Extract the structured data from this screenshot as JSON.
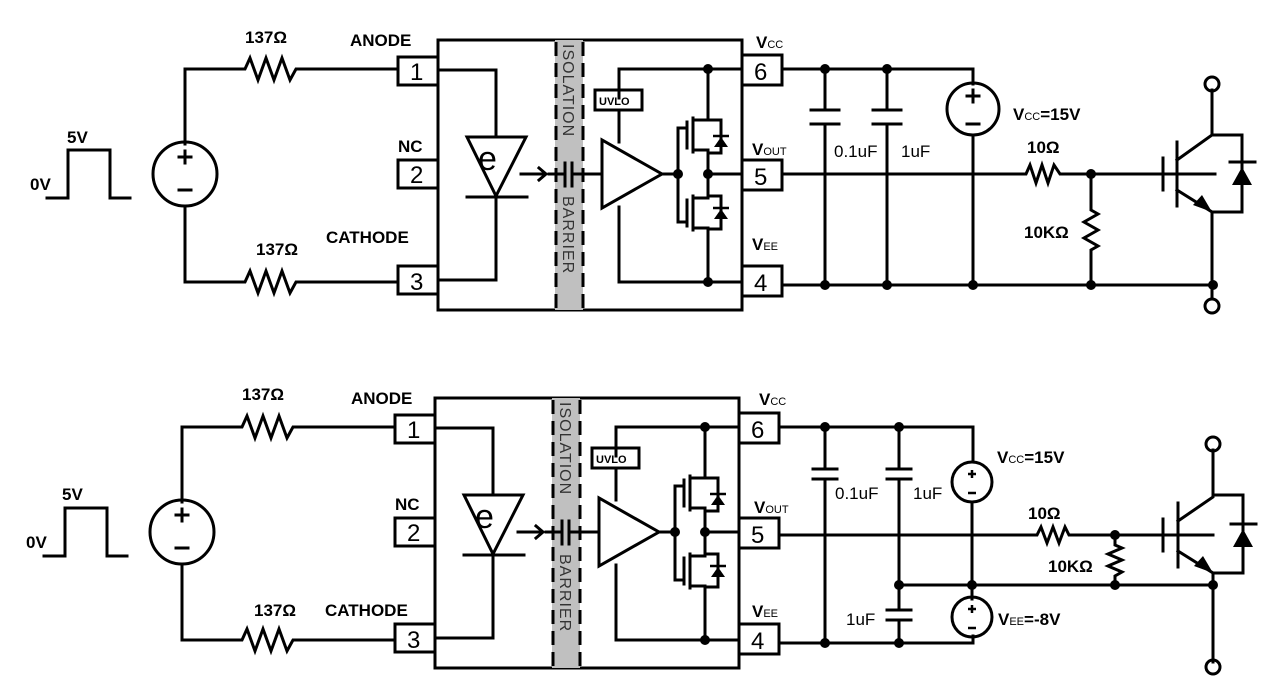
{
  "figure": {
    "circuits": [
      {
        "id": "unipolar",
        "input_pulse": {
          "high": "5V",
          "low": "0V"
        },
        "resistor_anode": "137Ω",
        "resistor_cathode": "137Ω",
        "pins_left": [
          {
            "number": "1",
            "name": "ANODE"
          },
          {
            "number": "2",
            "name": "NC"
          },
          {
            "number": "3",
            "name": "CATHODE"
          }
        ],
        "pins_right": [
          {
            "number": "6",
            "name_main": "V",
            "name_sub": "CC"
          },
          {
            "number": "5",
            "name_main": "V",
            "name_sub": "OUT"
          },
          {
            "number": "4",
            "name_main": "V",
            "name_sub": "EE"
          }
        ],
        "isolation_top": "ISOLATION",
        "isolation_bottom": "BARRIER",
        "uvlo": "UVLO",
        "emitter_symbol": "e",
        "cap1": "0.1uF",
        "cap2": "1uF",
        "supply": {
          "main": "V",
          "sub": "CC",
          "value": "=15V"
        },
        "gate_resistor": "10Ω",
        "pulldown_resistor": "10KΩ"
      },
      {
        "id": "bipolar",
        "input_pulse": {
          "high": "5V",
          "low": "0V"
        },
        "resistor_anode": "137Ω",
        "resistor_cathode": "137Ω",
        "pins_left": [
          {
            "number": "1",
            "name": "ANODE"
          },
          {
            "number": "2",
            "name": "NC"
          },
          {
            "number": "3",
            "name": "CATHODE"
          }
        ],
        "pins_right": [
          {
            "number": "6",
            "name_main": "V",
            "name_sub": "CC"
          },
          {
            "number": "5",
            "name_main": "V",
            "name_sub": "OUT"
          },
          {
            "number": "4",
            "name_main": "V",
            "name_sub": "EE"
          }
        ],
        "isolation_top": "ISOLATION",
        "isolation_bottom": "BARRIER",
        "uvlo": "UVLO",
        "emitter_symbol": "e",
        "cap1": "0.1uF",
        "cap2": "1uF",
        "cap3": "1uF",
        "supply": {
          "main": "V",
          "sub": "CC",
          "value": "=15V"
        },
        "supply_neg": {
          "main": "V",
          "sub": "EE",
          "value": "=-8V"
        },
        "gate_resistor": "10Ω",
        "pulldown_resistor": "10KΩ"
      }
    ]
  }
}
